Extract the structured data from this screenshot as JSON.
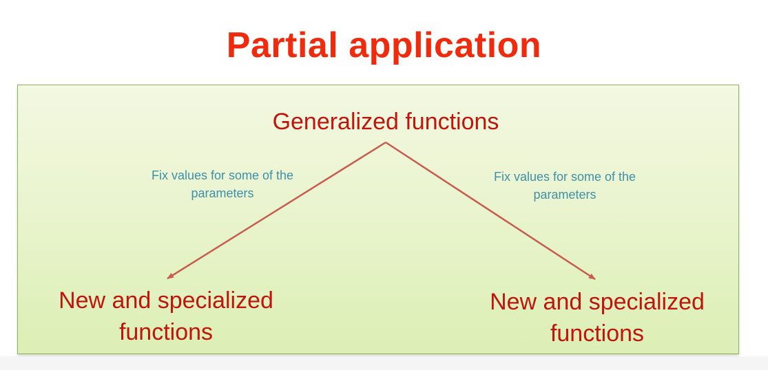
{
  "title": "Partial application",
  "nodes": {
    "top": "Generalized functions",
    "left": "New and specialized functions",
    "right": "New and specialized functions"
  },
  "edges": [
    {
      "from": "top",
      "to": "left",
      "label": "Fix values for some of the parameters"
    },
    {
      "from": "top",
      "to": "right",
      "label": "Fix values for some of the parameters"
    }
  ],
  "colors": {
    "title": "#f02a0c",
    "node_text": "#c0140c",
    "edge_label": "#3e8fa8",
    "arrow": "#c85a4e",
    "panel_fill": "#e6f2c6",
    "panel_border": "#8fb35a"
  }
}
